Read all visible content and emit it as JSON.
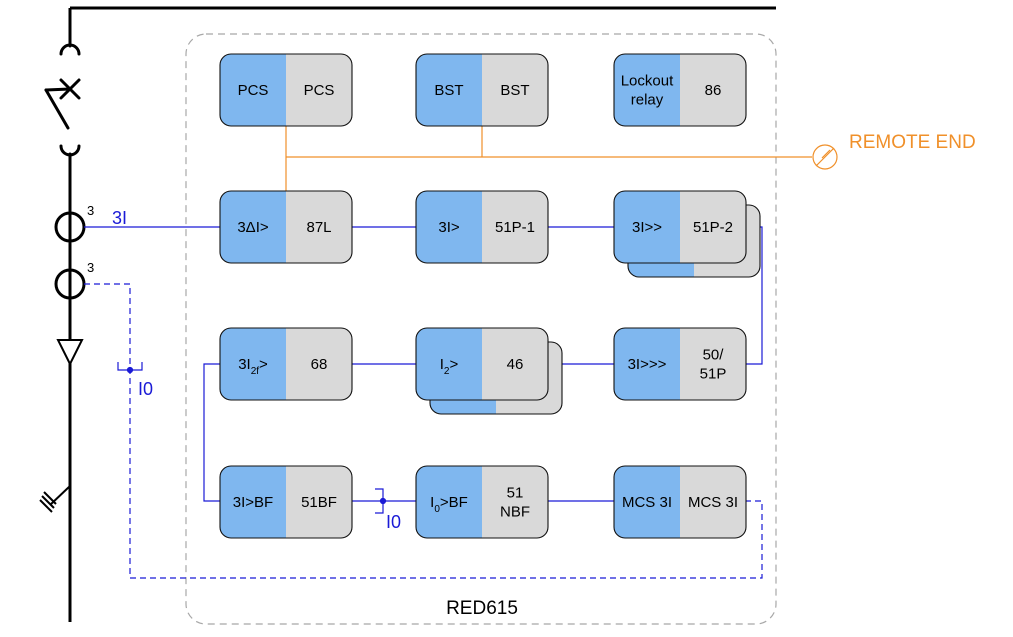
{
  "device_name": "RED615",
  "remote_end_label": "REMOTE END",
  "ct_phase": {
    "turns": "3",
    "current_label": "3I"
  },
  "ct_residual": {
    "turns": "3"
  },
  "residual_labels": {
    "left": "I0",
    "bf": "I0"
  },
  "colors": {
    "iec_fill": "#7fb7ef",
    "ansi_fill": "#d9d9d9",
    "signal_line": "#1a1ad6",
    "remote_line": "#f0902a",
    "bus": "#000000",
    "device_border": "#a8a8a8"
  },
  "blocks": [
    {
      "id": "pcs",
      "iec": "PCS",
      "ansi": "PCS"
    },
    {
      "id": "bst",
      "iec": "BST",
      "ansi": "BST"
    },
    {
      "id": "lockout",
      "iec": [
        "Lockout",
        "relay"
      ],
      "ansi": "86"
    },
    {
      "id": "87l",
      "iec": "3ΔI>",
      "ansi": "87L"
    },
    {
      "id": "51p1",
      "iec": "3I>",
      "ansi": "51P-1"
    },
    {
      "id": "51p2",
      "iec": "3I>>",
      "ansi": "51P-2"
    },
    {
      "id": "68",
      "iec": "3I2f>",
      "ansi": "68"
    },
    {
      "id": "46",
      "iec": "I2>",
      "ansi": "46"
    },
    {
      "id": "5051p",
      "iec": "3I>>>",
      "ansi": [
        "50/",
        "51P"
      ]
    },
    {
      "id": "51bf",
      "iec": "3I>BF",
      "ansi": "51BF"
    },
    {
      "id": "51nbf",
      "iec": "I0>BF",
      "ansi": [
        "51",
        "NBF"
      ]
    },
    {
      "id": "mcs",
      "iec": "MCS 3I",
      "ansi": "MCS 3I"
    }
  ]
}
